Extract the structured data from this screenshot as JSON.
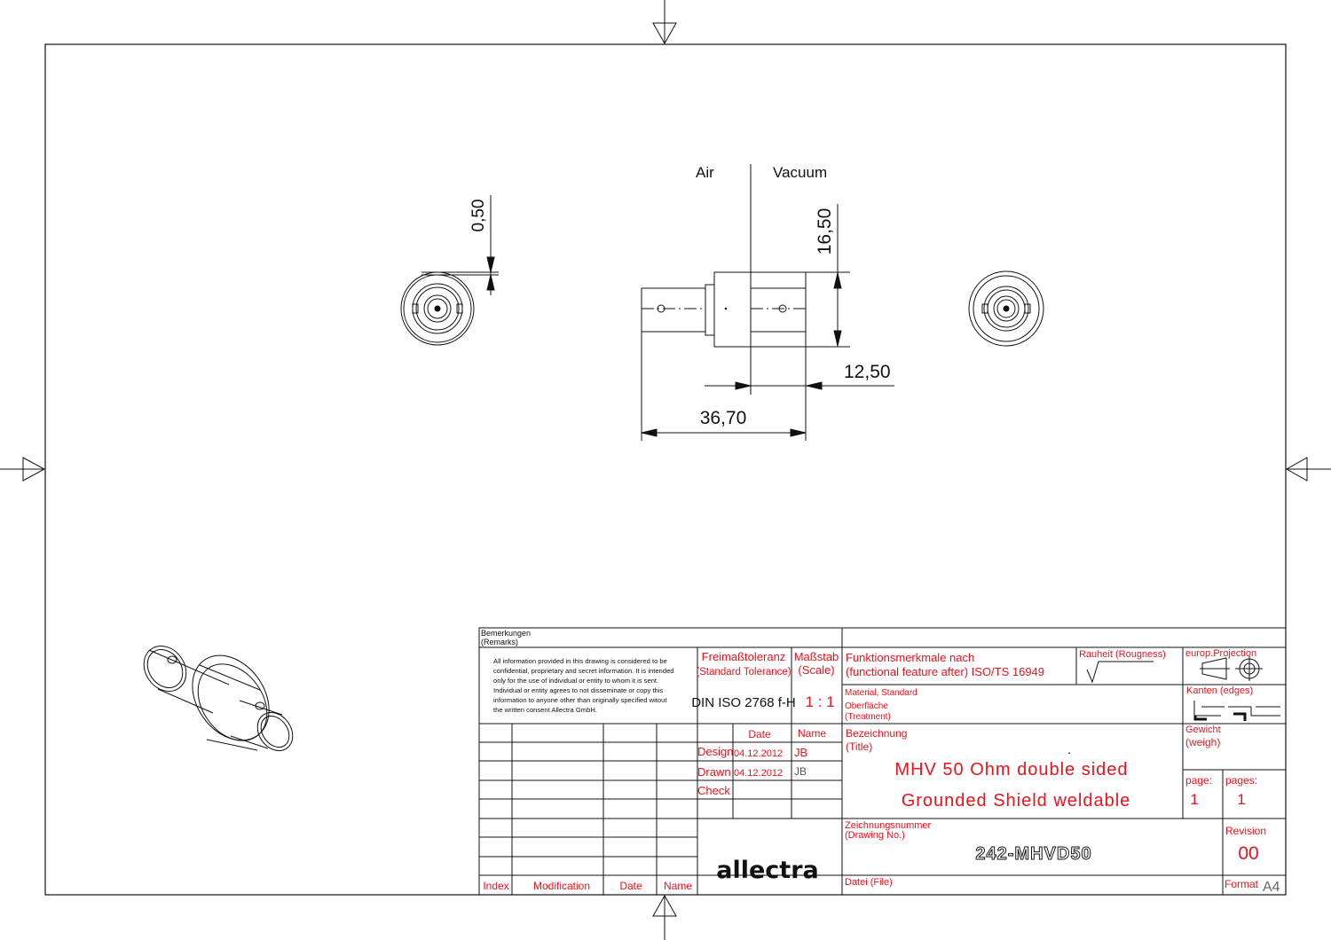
{
  "drawing": {
    "label_air": "Air",
    "label_vacuum": "Vacuum",
    "dim_wall": "0,50",
    "dim_diameter": "16,50",
    "dim_flange": "12,50",
    "dim_length": "36,70"
  },
  "title_block": {
    "remarks_de": "Bemerkungen",
    "remarks_en": "(Remarks)",
    "remarks_text": [
      "All information provided in this drawing is considered to be",
      "confidential, proprietary and secret information. It is intended",
      "only for the use of individual or entity to whom it is sent.",
      "Individual or entity agrees to not disseminate or copy this",
      "information to anyone other than originally specified witout",
      "the written consent Allectra GmbH."
    ],
    "tolerance_de": "Freimaßtoleranz",
    "tolerance_en": "(Standard Tolerance)",
    "tolerance_value": "DIN ISO 2768 f-H",
    "scale_de": "Maßstab",
    "scale_en": "(Scale)",
    "scale_value": "1 : 1",
    "feature_de": "Funktionsmerkmale nach",
    "feature_en": "(functional feature after)  ISO/TS 16949",
    "roughness": "Rauheit  (Rougness)",
    "projection": "europ.Projection",
    "edges": "Kanten (edges)",
    "material_1": "Material, Standard",
    "material_2": "Oberfläche",
    "material_3": "(Treatment)",
    "col_date": "Date",
    "col_name": "Name",
    "row_design": "Design",
    "row_drawn": "Drawn",
    "row_check": "Check",
    "design_date": "04.12.2012",
    "design_name": "JB",
    "drawn_date": "04.12.2012",
    "drawn_name": "JB",
    "title_de": "Bezeichnung",
    "title_en": "(Title)",
    "title_dot": ".",
    "title_line1": "MHV 50 Ohm double sided",
    "title_line2": "Grounded Shield weldable",
    "weight_de": "Gewicht",
    "weight_en": "(weigh)",
    "page_label": "page:",
    "pages_label": "pages:",
    "page_value": "1",
    "pages_value": "1",
    "drawing_no_de": "Zeichnungsnummer",
    "drawing_no_en": "(Drawing No.)",
    "drawing_no": "242-MHVD50",
    "revision_label": "Revision",
    "revision_value": "00",
    "file_label": "Datei (File)",
    "format_label": "Format",
    "format_value": "A4",
    "col_index": "Index",
    "col_modification": "Modification",
    "col_mod_date": "Date",
    "col_mod_name": "Name",
    "logo_text": "allectra"
  }
}
